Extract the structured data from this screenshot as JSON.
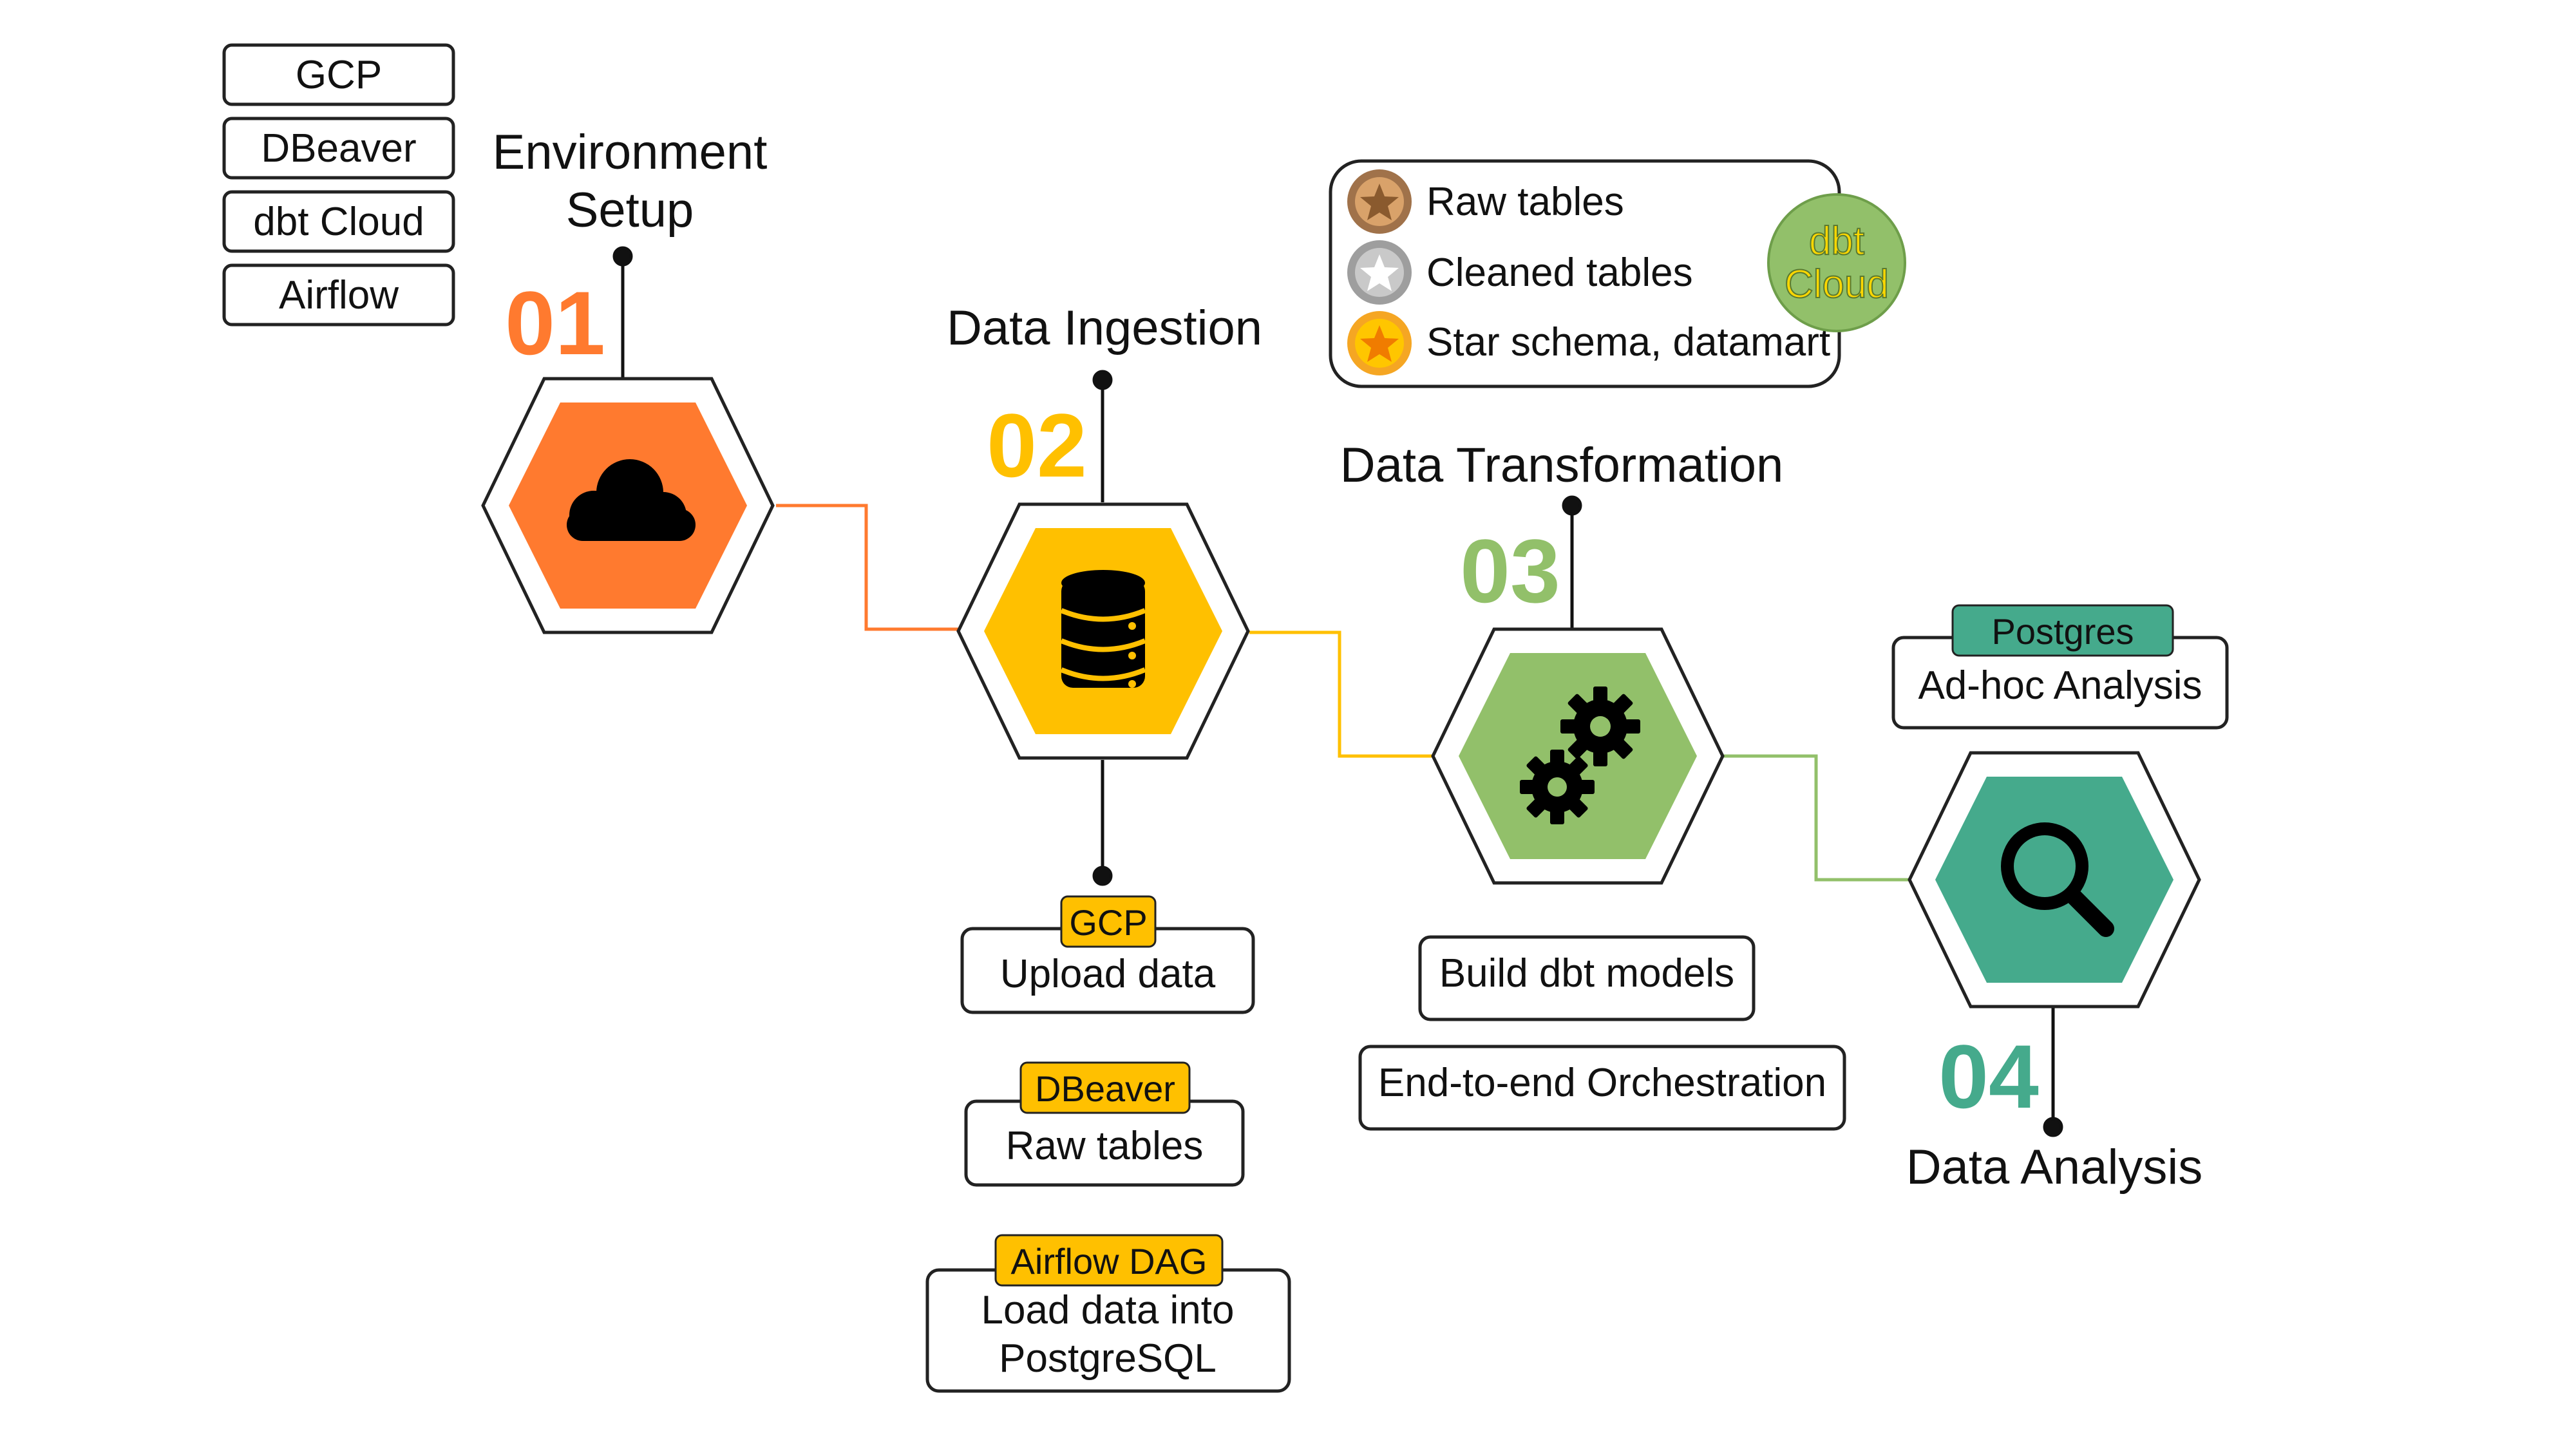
{
  "tools": [
    "GCP",
    "DBeaver",
    "dbt Cloud",
    "Airflow"
  ],
  "steps": [
    {
      "number": "01",
      "title_lines": [
        "Environment",
        "Setup"
      ],
      "color": "#FF7A2F",
      "icon": "cloud-icon"
    },
    {
      "number": "02",
      "title_lines": [
        "Data Ingestion"
      ],
      "color": "#FFC000",
      "icon": "database-icon"
    },
    {
      "number": "03",
      "title_lines": [
        "Data Transformation"
      ],
      "color": "#92C06A",
      "icon": "gears-icon"
    },
    {
      "number": "04",
      "title_lines": [
        "Data Analysis"
      ],
      "color": "#45AA8C",
      "icon": "magnifier-icon"
    }
  ],
  "ingestion_tasks": [
    {
      "tag": "GCP",
      "lines": [
        "Upload data"
      ]
    },
    {
      "tag": "DBeaver",
      "lines": [
        "Raw tables"
      ]
    },
    {
      "tag": "Airflow DAG",
      "lines": [
        "Load data into",
        "PostgreSQL"
      ]
    }
  ],
  "transformation_tasks": [
    "Build dbt models",
    "End-to-end Orchestration"
  ],
  "analysis_task": {
    "tag": "Postgres",
    "label": "Ad-hoc Analysis"
  },
  "legend": {
    "items": [
      {
        "label": "Raw tables",
        "medal": "bronze-star-icon"
      },
      {
        "label": "Cleaned tables",
        "medal": "silver-star-icon"
      },
      {
        "label": "Star schema, datamart",
        "medal": "gold-star-icon"
      }
    ],
    "badge_lines": [
      "dbt",
      "Cloud"
    ]
  },
  "colors": {
    "orange": "#FF7A2F",
    "yellow": "#FFC000",
    "green": "#92C06A",
    "teal": "#45AA8C",
    "tag_yellow": "#FFC000",
    "tag_teal": "#45AA8C",
    "dbt_badge": "#92C06A",
    "dbt_badge_text": "#FFD700"
  }
}
